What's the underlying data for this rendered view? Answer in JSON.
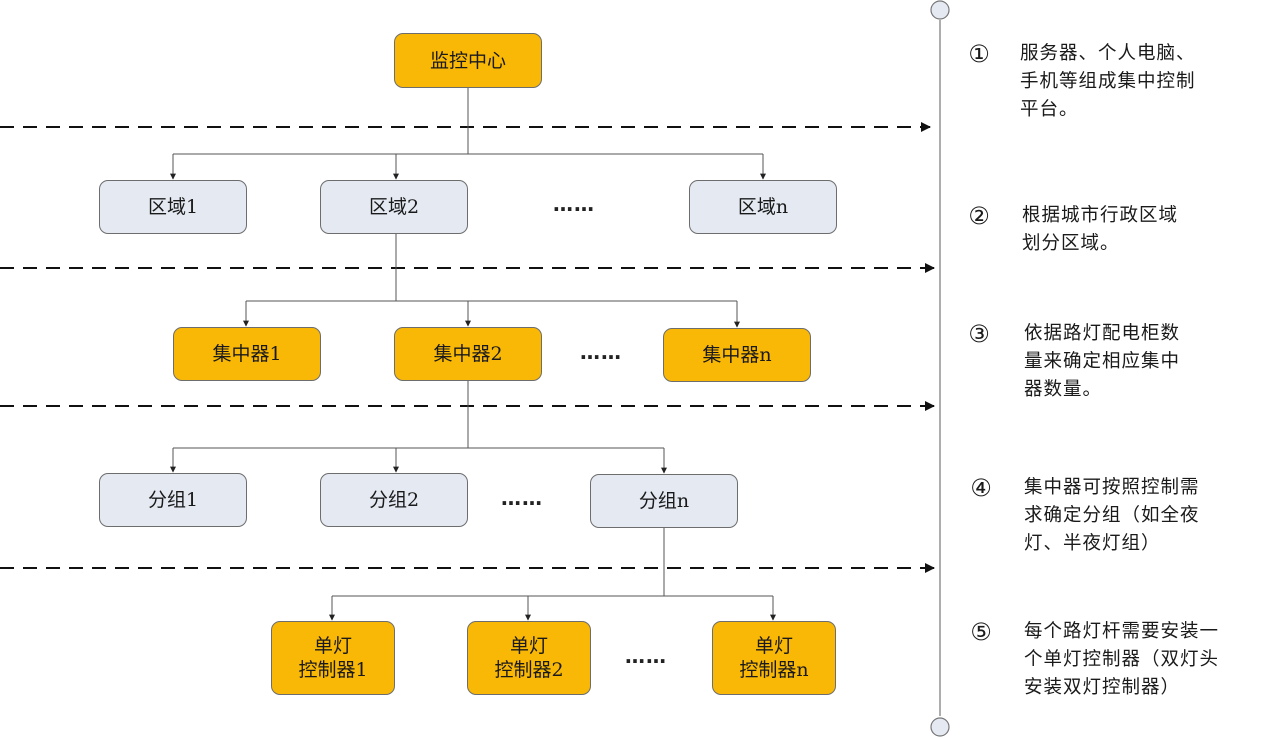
{
  "center": {
    "label": "监控中心"
  },
  "regions": {
    "items": [
      "区域1",
      "区域2",
      "区域n"
    ],
    "ellipsis": "……"
  },
  "concentrators": {
    "items": [
      "集中器1",
      "集中器2",
      "集中器n"
    ],
    "ellipsis": "……"
  },
  "groups": {
    "items": [
      "分组1",
      "分组2",
      "分组n"
    ],
    "ellipsis": "……"
  },
  "controllers": {
    "items": [
      "单灯\n控制器1",
      "单灯\n控制器2",
      "单灯\n控制器n"
    ],
    "ellipsis": "……"
  },
  "steps": [
    {
      "num": "①",
      "text": "服务器、个人电脑、\n手机等组成集中控制\n平台。"
    },
    {
      "num": "②",
      "text": "根据城市行政区域\n划分区域。"
    },
    {
      "num": "③",
      "text": "依据路灯配电柜数\n量来确定相应集中\n器数量。"
    },
    {
      "num": "④",
      "text": "集中器可按照控制需\n求确定分组（如全夜\n灯、半夜灯组）"
    },
    {
      "num": "⑤",
      "text": "每个路灯杆需要安装一\n个单灯控制器（双灯头\n安装双灯控制器）"
    }
  ],
  "colors": {
    "orange": "#f9b806",
    "gray": "#e4e9f2",
    "line": "#555555"
  }
}
